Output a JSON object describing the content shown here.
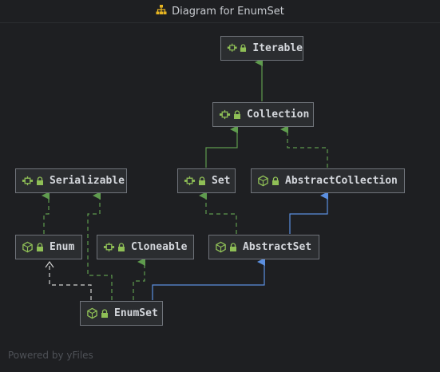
{
  "title": {
    "icon": "hierarchy-diagram-icon",
    "text": "Diagram for EnumSet"
  },
  "nodes": [
    {
      "id": "iterable",
      "label": "Iterable",
      "kind": "interface",
      "icon": "interface-icon"
    },
    {
      "id": "collection",
      "label": "Collection",
      "kind": "interface",
      "icon": "interface-icon"
    },
    {
      "id": "serializable",
      "label": "Serializable",
      "kind": "interface",
      "icon": "interface-icon"
    },
    {
      "id": "set",
      "label": "Set",
      "kind": "interface",
      "icon": "interface-icon"
    },
    {
      "id": "abstractcollection",
      "label": "AbstractCollection",
      "kind": "class",
      "icon": "abstract-class-icon"
    },
    {
      "id": "enum",
      "label": "Enum",
      "kind": "class",
      "icon": "abstract-class-icon"
    },
    {
      "id": "cloneable",
      "label": "Cloneable",
      "kind": "interface",
      "icon": "interface-icon"
    },
    {
      "id": "abstractset",
      "label": "AbstractSet",
      "kind": "class",
      "icon": "abstract-class-icon"
    },
    {
      "id": "enumset",
      "label": "EnumSet",
      "kind": "class",
      "icon": "abstract-class-icon"
    }
  ],
  "edges": [
    {
      "from": "collection",
      "to": "iterable",
      "type": "extends-interface"
    },
    {
      "from": "set",
      "to": "collection",
      "type": "extends-interface"
    },
    {
      "from": "abstractcollection",
      "to": "collection",
      "type": "implements"
    },
    {
      "from": "abstractset",
      "to": "set",
      "type": "implements"
    },
    {
      "from": "abstractset",
      "to": "abstractcollection",
      "type": "extends-class"
    },
    {
      "from": "enum",
      "to": "serializable",
      "type": "implements"
    },
    {
      "from": "enumset",
      "to": "serializable",
      "type": "implements"
    },
    {
      "from": "enumset",
      "to": "enum",
      "type": "uses"
    },
    {
      "from": "enumset",
      "to": "cloneable",
      "type": "implements"
    },
    {
      "from": "enumset",
      "to": "abstractset",
      "type": "extends-class"
    }
  ],
  "colors": {
    "background": "#1e1f22",
    "node_fill": "#2b2d30",
    "node_border": "#6f737a",
    "node_text": "#d4d7dc",
    "interface_edge": "#5f9b4e",
    "class_edge": "#5b8fe0",
    "usage_edge": "#d0d0d0",
    "interface_icon": "#8fbf56",
    "class_icon": "#8fbf56",
    "lock_icon": "#8fbf56"
  },
  "footer": "Powered by yFiles"
}
